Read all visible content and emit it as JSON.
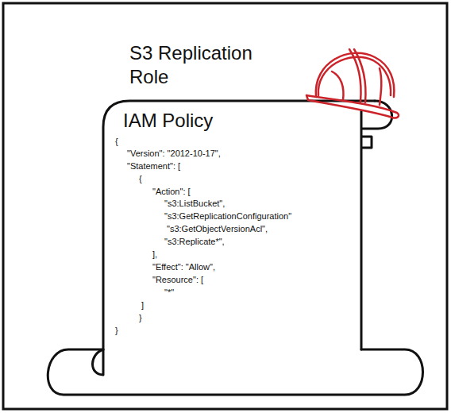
{
  "diagram": {
    "title": "S3 Replication Role",
    "nodes": [
      {
        "text": [
          "IAM Policy",
          "{",
          "\"Version\": \"2012-10-17\",",
          "\"Statement\": [",
          "{",
          "\"Action\": [",
          "\"s3:ListBucket\",",
          "\"s3:GetReplicationConfiguration\"",
          "\"s3:GetObjectVersionAcl\",",
          "\"s3:Replicate*\",",
          "],",
          "\"Effect\": \"Allow\",",
          "\"Resource\": [",
          "\"*\"",
          "]",
          "}",
          "}"
        ]
      }
    ]
  }
}
